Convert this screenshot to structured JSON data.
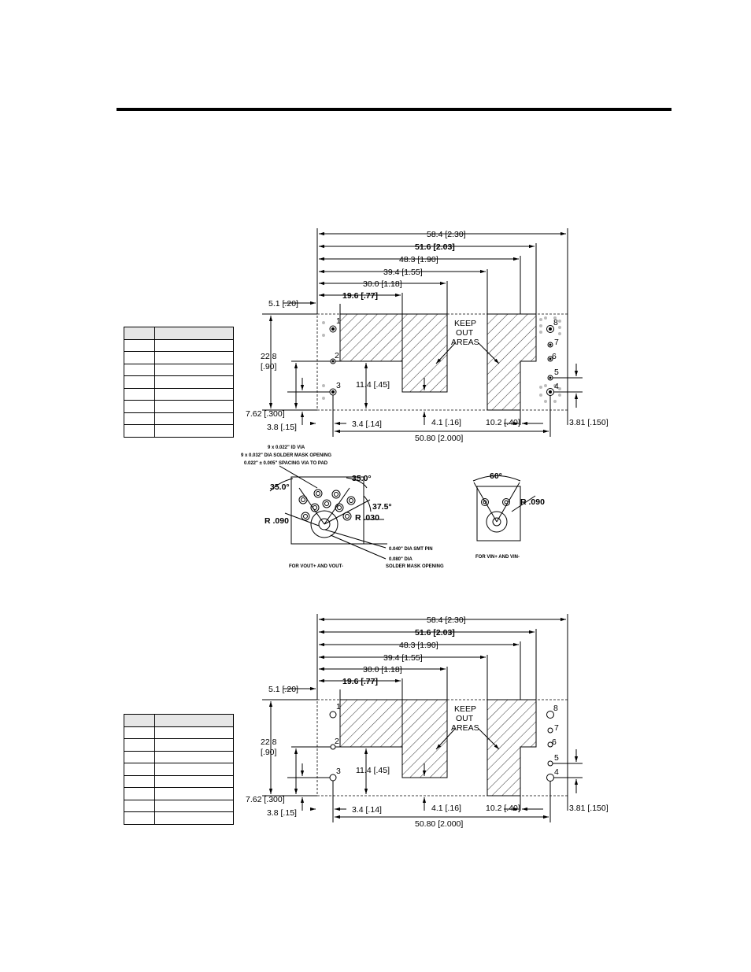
{
  "header": {
    "rule_color": "#000000"
  },
  "pin_tables": [
    {
      "rows": 9
    },
    {
      "rows": 9
    }
  ],
  "footprint": {
    "dims": {
      "d58": "58.4 [2.30]",
      "d51": "51.6 [2.03]",
      "d48": "48.3 [1.90]",
      "d39": "39.4 [1.55]",
      "d30": "30.0 [1.18]",
      "d19": "19.6 [.77]",
      "d5": "5.1 [.20]",
      "d22a": "22.8",
      "d22b": "[.90]",
      "d11": "11.4 [.45]",
      "d7": "7.62 [.300]",
      "d3_8": "3.8 [.15]",
      "d3_4": "3.4 [.14]",
      "d4_1": "4.1 [.16]",
      "d10": "10.2 [.40]",
      "d3_81": "3.81 [.150]",
      "d50": "50.80 [2.000]"
    },
    "keep_out": [
      "KEEP",
      "OUT",
      "AREAS"
    ],
    "pins": [
      "1",
      "2",
      "3",
      "4",
      "5",
      "6",
      "7",
      "8"
    ]
  },
  "detail": {
    "note1": "9 x 0.022\" ID VIA",
    "note2": "9 x 0.032\" DIA SOLDER MASK OPENING",
    "note3": "0.022\" ± 0.005\" SPACING VIA TO PAD",
    "ang35a": "35.0°",
    "ang35b": "35.0°",
    "ang37": "37.5°",
    "r090a": "R .090",
    "r030": "R .030",
    "pin040": "0.040\" DIA SMT PIN",
    "mask080a": "0.080\" DIA",
    "mask080b": "SOLDER MASK OPENING",
    "cap_vout": "FOR VOUT+ AND VOUT-",
    "ang60": "60°",
    "r090b": "R .090",
    "cap_vin": "FOR VIN+ AND VIN-"
  }
}
